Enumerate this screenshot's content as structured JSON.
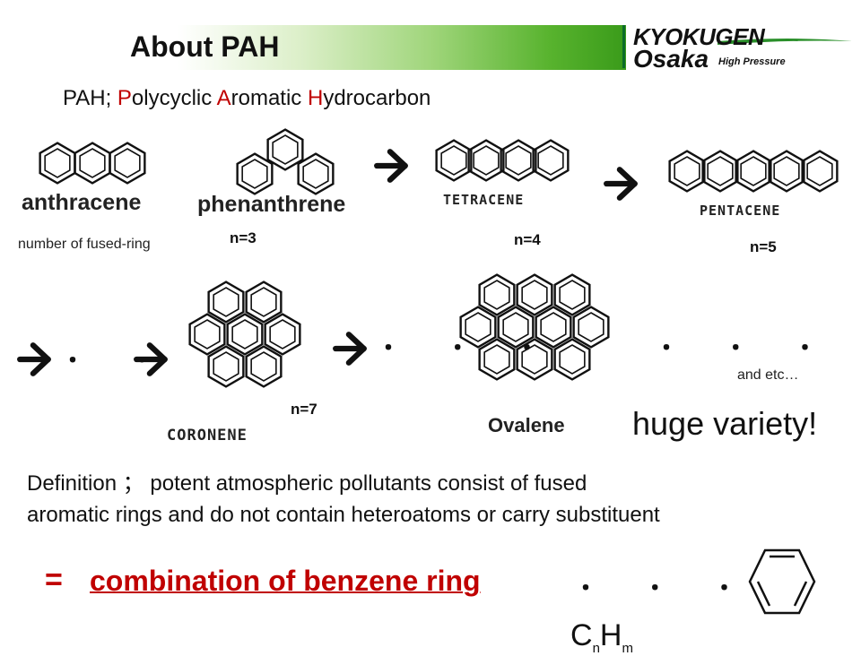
{
  "header": {
    "title": "About PAH",
    "logo_line1": "KYOKUGEN",
    "logo_line2": "Osaka",
    "logo_line3": "High Pressure"
  },
  "subtitle": {
    "abbr_prefix": "PAH; ",
    "letter_p": "P",
    "rest_p": "olycyclic ",
    "letter_a": "A",
    "rest_a": "romatic ",
    "letter_h": "H",
    "rest_h": "ydrocarbon"
  },
  "molecules": {
    "anthracene": "anthracene",
    "phenanthrene": "phenanthrene",
    "tetracene": "TETRACENE",
    "pentacene": "PENTACENE",
    "coronene": "CORONENE",
    "ovalene": "Ovalene"
  },
  "ring_counts": {
    "fused_ring_label": "number of fused-ring",
    "n3": "n=3",
    "n4": "n=4",
    "n5": "n=5",
    "n7": "n=7"
  },
  "sequence": {
    "dots": "・ ・ ・",
    "dots_short": "・ ・",
    "and_etc": "and etc…",
    "huge_variety": "huge variety!"
  },
  "definition": {
    "line1": "Definition ； potent atmospheric pollutants consist of fused",
    "line2": "aromatic rings and do not contain heteroatoms or carry substituent"
  },
  "conclusion": {
    "equals": "=",
    "phrase": "combination of benzene ring",
    "dots": "・ ・ ・",
    "formula_c": "C",
    "formula_n": "n",
    "formula_h": "H",
    "formula_m": "m"
  },
  "colors": {
    "accent_red": "#c00000",
    "title_green": "#3a9b1a"
  },
  "icons": [
    "arrow-right-icon",
    "anthracene-structure",
    "phenanthrene-structure",
    "tetracene-structure",
    "pentacene-structure",
    "coronene-structure",
    "ovalene-structure",
    "benzene-structure"
  ]
}
